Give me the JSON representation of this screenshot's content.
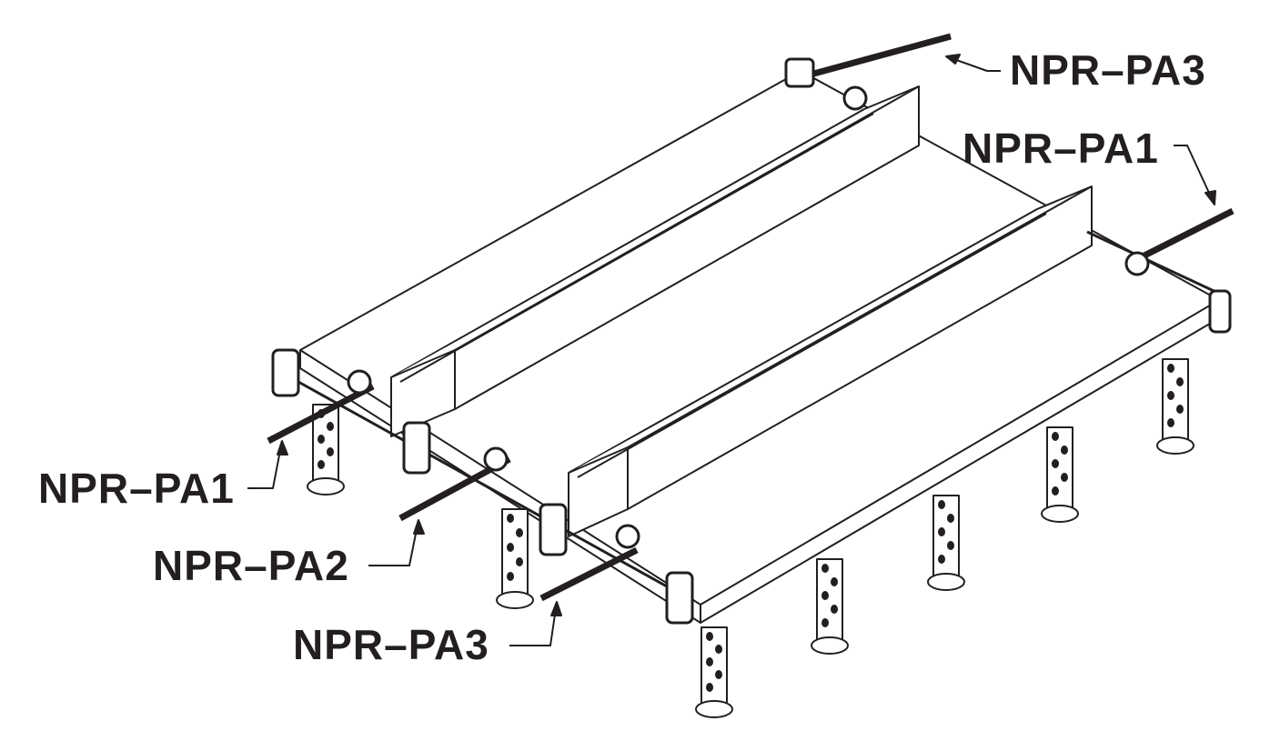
{
  "labels": {
    "top_right_pa3": "NPR–PA3",
    "right_pa1": "NPR–PA1",
    "left_pa1": "NPR–PA1",
    "left_pa2": "NPR–PA2",
    "left_pa3": "NPR–PA3"
  },
  "colors": {
    "line": "#231f20",
    "background": "#ffffff"
  }
}
